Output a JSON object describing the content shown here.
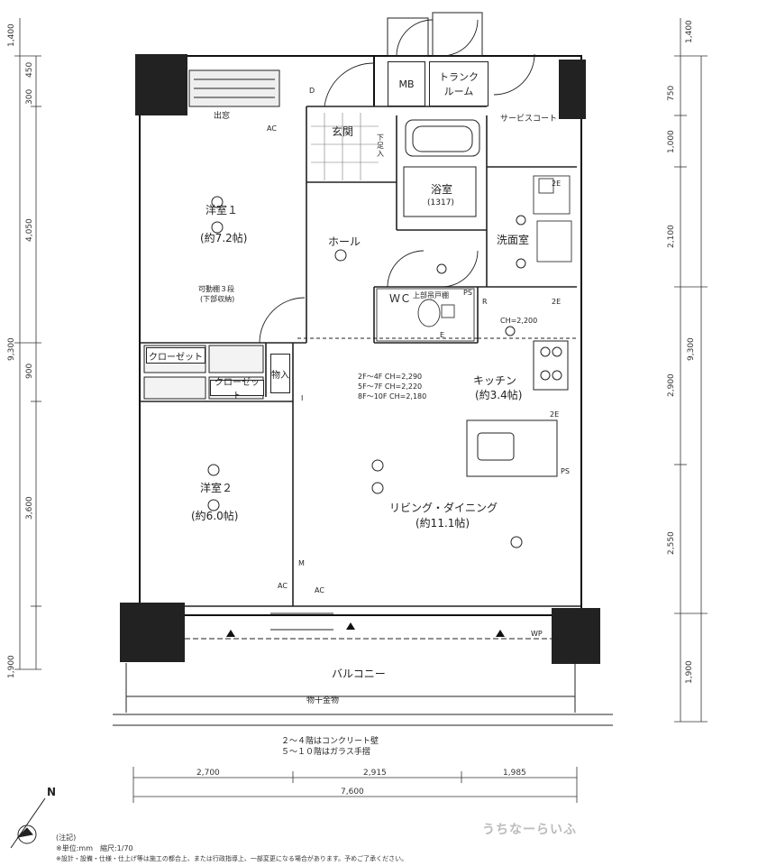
{
  "rooms": {
    "western1_name": "洋室１",
    "western1_size": "(約7.2帖)",
    "movable_shelf": "可動棚３段",
    "movable_shelf_sub": "(下部収納)",
    "western2_name": "洋室２",
    "western2_size": "(約6.0帖)",
    "hall": "ホール",
    "entrance": "玄関",
    "shoebox": "下足入",
    "bathroom": "浴室",
    "bathroom_size": "(1317)",
    "washroom": "洗面室",
    "wc": "ＷＣ",
    "upper_shelf": "上部吊戸棚",
    "kitchen": "キッチン",
    "kitchen_size": "(約3.4帖)",
    "ldk": "リビング・ダイニング",
    "ldk_size": "(約11.1帖)",
    "balcony": "バルコニー",
    "drying_rack": "物干金物",
    "closet1": "クローゼット",
    "closet2": "クローゼット",
    "storage": "物入",
    "mb": "MB",
    "trunk": "トランク\nルーム",
    "service_court": "サービスコート",
    "window_label": "出窓"
  },
  "labels": {
    "ac": "AC",
    "ps": "PS",
    "ch_kitchen": "CH=2,200",
    "ch1": "2F～4F CH=2,290",
    "ch2": "5F～7F CH=2,220",
    "ch3": "8F～10F CH=2,180",
    "m": "M",
    "r": "R",
    "i": "I",
    "e": "E",
    "wp": "WP",
    "d": "D",
    "ze": "2E"
  },
  "dims_left": [
    "1,400",
    "450",
    "300",
    "4,050",
    "9,300",
    "900",
    "3,600",
    "1,900"
  ],
  "dims_right": [
    "1,400",
    "750",
    "1,000",
    "2,100",
    "9,300",
    "2,900",
    "2,550",
    "1,900"
  ],
  "dims_bottom": [
    "2,700",
    "2,915",
    "1,985",
    "7,600"
  ],
  "balcony_note1": "２～４階はコンクリート壁",
  "balcony_note2": "５～１０階はガラス手摺",
  "compass": "N",
  "notes_title": "(注記)",
  "note_unit": "※単位:mm　縮尺:1/70",
  "note_design": "※設計・設備・仕様・仕上げ等は施工の都合上、または行政指導上、一部変更になる場合があります。予めご了承ください。",
  "watermark": "うちなーらいふ"
}
